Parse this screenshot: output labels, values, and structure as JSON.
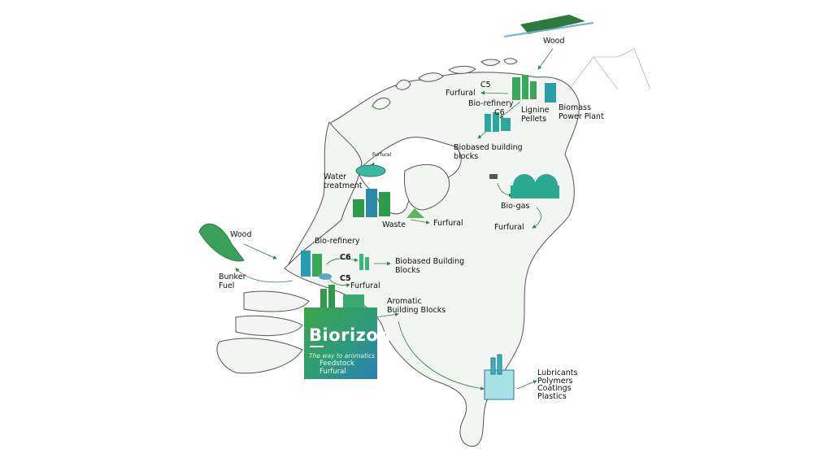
{
  "colors": {
    "land": "#f2f5f2",
    "outline": "#555555",
    "accent_green": "#2f9a4a",
    "accent_blue": "#2a7fb8",
    "arrow": "#3a7a4a"
  },
  "north": {
    "wood": "Wood",
    "c5": "C5",
    "furfural": "Furfural",
    "biorefinery": "Bio-refinery",
    "c6": "C6",
    "lignine_pellets": [
      "Lignine",
      "Pellets"
    ],
    "biomass_power_plant": [
      "Biomass",
      "Power Plant"
    ],
    "biobased_building_blocks": [
      "Biobased building",
      "blocks"
    ]
  },
  "center": {
    "water_treatment_furfural": "Furfural",
    "water_treatment": [
      "Water",
      "treatment"
    ],
    "waste": "Waste",
    "waste_furfural": "Furfural",
    "biogas": "Bio-gas",
    "biogas_furfural": "Furfural"
  },
  "west": {
    "wood": "Wood",
    "bunker_fuel": [
      "Bunker",
      "Fuel"
    ],
    "biorefinery": "Bio-refinery",
    "c6": "C6",
    "biobased_building_blocks": [
      "Biobased Building",
      "Blocks"
    ],
    "c5": "C5",
    "furfural": "Furfural",
    "aromatic_building_blocks": [
      "Aromatic",
      "Building Blocks"
    ]
  },
  "logo": {
    "name": "Biorizon",
    "tagline": "The way to aromatics",
    "lines": [
      "Feedstock",
      "Furfural"
    ]
  },
  "south": {
    "products": [
      "Lubricants",
      "Polymers",
      "Coatings",
      "Plastics"
    ]
  }
}
